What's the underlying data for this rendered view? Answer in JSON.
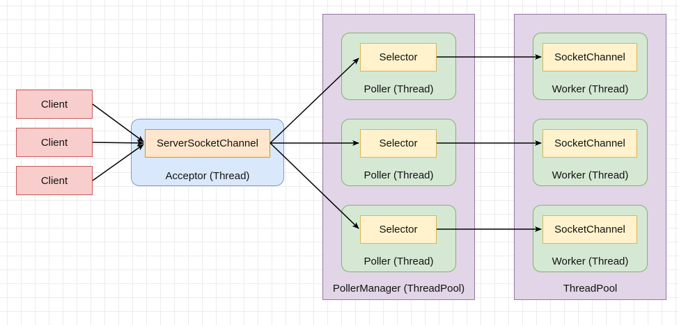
{
  "clients": [
    {
      "label": "Client"
    },
    {
      "label": "Client"
    },
    {
      "label": "Client"
    }
  ],
  "acceptor": {
    "label": "Acceptor (Thread)",
    "channel": "ServerSocketChannel"
  },
  "poller_manager": {
    "label": "PollerManager (ThreadPool)",
    "pollers": [
      {
        "label": "Poller (Thread)",
        "selector": "Selector"
      },
      {
        "label": "Poller (Thread)",
        "selector": "Selector"
      },
      {
        "label": "Poller (Thread)",
        "selector": "Selector"
      }
    ]
  },
  "thread_pool": {
    "label": "ThreadPool",
    "workers": [
      {
        "label": "Worker (Thread)",
        "channel": "SocketChannel"
      },
      {
        "label": "Worker (Thread)",
        "channel": "SocketChannel"
      },
      {
        "label": "Worker (Thread)",
        "channel": "SocketChannel"
      }
    ]
  },
  "colors": {
    "client_fill": "#f8cecc",
    "acceptor_fill": "#dae8fc",
    "pool_fill": "#e1d5e7",
    "thread_fill": "#d5e8d4",
    "selector_fill": "#fff2cc",
    "server_channel_fill": "#ffe6cc",
    "arrow": "#000000"
  }
}
